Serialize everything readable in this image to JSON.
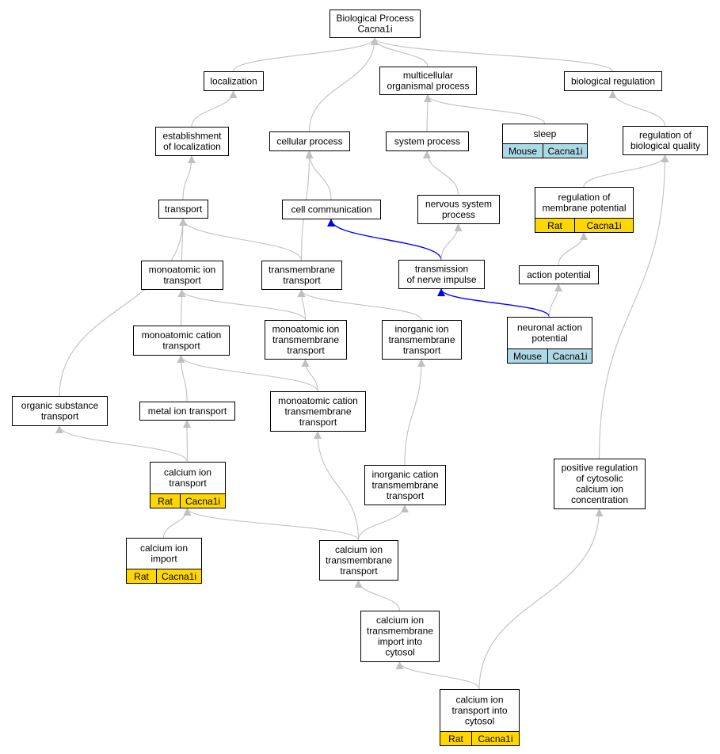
{
  "colors": {
    "edge": "#c0c0c0",
    "edge_highlight": "#0000ff",
    "rat": "#ffd700",
    "mouse": "#add8e6",
    "node_fill": "#ffffff",
    "node_stroke": "#000000"
  },
  "nodes": [
    {
      "id": "bp",
      "lines": [
        "Biological Process",
        "Cacna1i"
      ]
    },
    {
      "id": "localization",
      "lines": [
        "localization"
      ]
    },
    {
      "id": "multicellular",
      "lines": [
        "multicellular",
        "organismal process"
      ]
    },
    {
      "id": "bioreg",
      "lines": [
        "biological regulation"
      ]
    },
    {
      "id": "establishment",
      "lines": [
        "establishment",
        "of localization"
      ]
    },
    {
      "id": "cellular",
      "lines": [
        "cellular process"
      ]
    },
    {
      "id": "system",
      "lines": [
        "system process"
      ]
    },
    {
      "id": "sleep",
      "lines": [
        "sleep"
      ],
      "species": "Mouse",
      "gene": "Cacna1i"
    },
    {
      "id": "regqual",
      "lines": [
        "regulation of",
        "biological quality"
      ]
    },
    {
      "id": "transport",
      "lines": [
        "transport"
      ]
    },
    {
      "id": "cellcomm",
      "lines": [
        "cell communication"
      ]
    },
    {
      "id": "nervous",
      "lines": [
        "nervous system",
        "process"
      ]
    },
    {
      "id": "regmem",
      "lines": [
        "regulation of",
        "membrane potential"
      ],
      "species": "Rat",
      "gene": "Cacna1i"
    },
    {
      "id": "monoion",
      "lines": [
        "monoatomic ion",
        "transport"
      ]
    },
    {
      "id": "tmtransport",
      "lines": [
        "transmembrane",
        "transport"
      ]
    },
    {
      "id": "nerveimpulse",
      "lines": [
        "transmission",
        "of nerve impulse"
      ]
    },
    {
      "id": "actionpot",
      "lines": [
        "action potential"
      ]
    },
    {
      "id": "monocation",
      "lines": [
        "monoatomic cation",
        "transport"
      ]
    },
    {
      "id": "monoiontm",
      "lines": [
        "monoatomic ion",
        "transmembrane",
        "transport"
      ]
    },
    {
      "id": "inorgiontm",
      "lines": [
        "inorganic ion",
        "transmembrane",
        "transport"
      ]
    },
    {
      "id": "neuronalap",
      "lines": [
        "neuronal action",
        "potential"
      ],
      "species": "Mouse",
      "gene": "Cacna1i"
    },
    {
      "id": "organic",
      "lines": [
        "organic substance",
        "transport"
      ]
    },
    {
      "id": "metalion",
      "lines": [
        "metal ion transport"
      ]
    },
    {
      "id": "monocationtm",
      "lines": [
        "monoatomic cation",
        "transmembrane",
        "transport"
      ]
    },
    {
      "id": "inorgcationtm",
      "lines": [
        "inorganic cation",
        "transmembrane",
        "transport"
      ]
    },
    {
      "id": "posreg",
      "lines": [
        "positive regulation",
        "of cytosolic",
        "calcium ion",
        "concentration"
      ]
    },
    {
      "id": "caiontransport",
      "lines": [
        "calcium ion",
        "transport"
      ],
      "species": "Rat",
      "gene": "Cacna1i"
    },
    {
      "id": "caimport",
      "lines": [
        "calcium ion",
        "import"
      ],
      "species": "Rat",
      "gene": "Cacna1i"
    },
    {
      "id": "catm",
      "lines": [
        "calcium ion",
        "transmembrane",
        "transport"
      ]
    },
    {
      "id": "catmimport",
      "lines": [
        "calcium ion",
        "transmembrane",
        "import into",
        "cytosol"
      ]
    },
    {
      "id": "cacytosol",
      "lines": [
        "calcium ion",
        "transport into",
        "cytosol"
      ],
      "species": "Rat",
      "gene": "Cacna1i"
    }
  ],
  "edges": [
    {
      "from": "localization",
      "to": "bp"
    },
    {
      "from": "cellular",
      "to": "bp"
    },
    {
      "from": "multicellular",
      "to": "bp"
    },
    {
      "from": "bioreg",
      "to": "bp"
    },
    {
      "from": "establishment",
      "to": "localization"
    },
    {
      "from": "sleep",
      "to": "multicellular"
    },
    {
      "from": "system",
      "to": "multicellular"
    },
    {
      "from": "regqual",
      "to": "bioreg"
    },
    {
      "from": "transport",
      "to": "establishment"
    },
    {
      "from": "cellcomm",
      "to": "cellular"
    },
    {
      "from": "tmtransport",
      "to": "cellular"
    },
    {
      "from": "nervous",
      "to": "system"
    },
    {
      "from": "regmem",
      "to": "regqual"
    },
    {
      "from": "posreg",
      "to": "regqual"
    },
    {
      "from": "monoion",
      "to": "transport"
    },
    {
      "from": "tmtransport",
      "to": "transport"
    },
    {
      "from": "organic",
      "to": "transport"
    },
    {
      "from": "nerveimpulse",
      "to": "cellcomm",
      "highlight": true
    },
    {
      "from": "nerveimpulse",
      "to": "nervous"
    },
    {
      "from": "actionpot",
      "to": "regmem"
    },
    {
      "from": "neuronalap",
      "to": "nerveimpulse",
      "highlight": true
    },
    {
      "from": "neuronalap",
      "to": "actionpot"
    },
    {
      "from": "monocation",
      "to": "monoion"
    },
    {
      "from": "monoiontm",
      "to": "monoion"
    },
    {
      "from": "monoiontm",
      "to": "tmtransport"
    },
    {
      "from": "inorgiontm",
      "to": "tmtransport"
    },
    {
      "from": "metalion",
      "to": "monocation"
    },
    {
      "from": "monocationtm",
      "to": "monocation"
    },
    {
      "from": "monocationtm",
      "to": "monoiontm"
    },
    {
      "from": "inorgcationtm",
      "to": "inorgiontm"
    },
    {
      "from": "caiontransport",
      "to": "organic"
    },
    {
      "from": "caiontransport",
      "to": "metalion"
    },
    {
      "from": "caimport",
      "to": "caiontransport"
    },
    {
      "from": "catm",
      "to": "caiontransport"
    },
    {
      "from": "catm",
      "to": "monocationtm"
    },
    {
      "from": "catm",
      "to": "inorgcationtm"
    },
    {
      "from": "catmimport",
      "to": "catm"
    },
    {
      "from": "cacytosol",
      "to": "catmimport"
    },
    {
      "from": "cacytosol",
      "to": "posreg"
    }
  ]
}
